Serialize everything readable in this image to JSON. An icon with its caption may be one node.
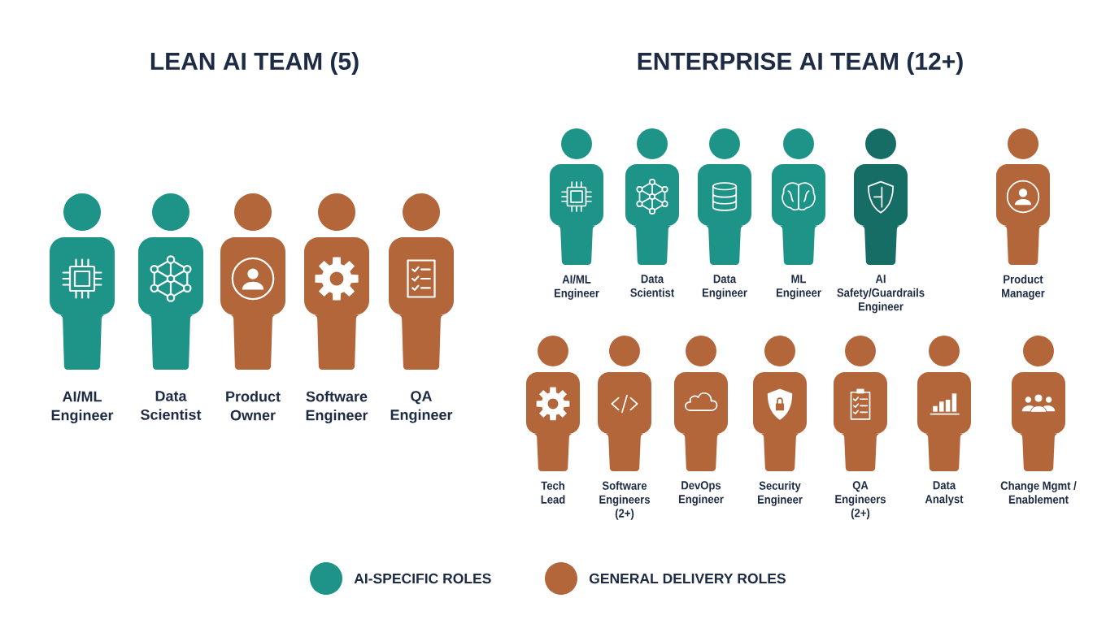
{
  "diagram": {
    "nodes": [
      {
        "text": [
          "AI/ML Engineer"
        ]
      },
      {
        "text": [
          "Data Scientist"
        ]
      },
      {
        "text": [
          "Product Owner"
        ]
      },
      {
        "text": [
          "Software Engineer"
        ]
      },
      {
        "text": [
          "QA Engineer"
        ]
      },
      {
        "text": [
          "AI/ML Engineer"
        ]
      },
      {
        "text": [
          "Data Scientist"
        ]
      },
      {
        "text": [
          "Data Engineer"
        ]
      },
      {
        "text": [
          "ML Engineer"
        ]
      },
      {
        "text": [
          "AI Safety/Guardrails Engineer"
        ]
      },
      {
        "text": [
          "Product Manager"
        ]
      },
      {
        "text": [
          "Tech Lead"
        ]
      },
      {
        "text": [
          "Software Engineers (2+)"
        ]
      },
      {
        "text": [
          "DevOps Engineer"
        ]
      },
      {
        "text": [
          "Security Engineer"
        ]
      },
      {
        "text": [
          "QA Engineers (2+)"
        ]
      },
      {
        "text": [
          "Data Analyst"
        ]
      },
      {
        "text": [
          "Change Mgmt / Enablement"
        ]
      }
    ],
    "labels": [
      "LEAN AI TEAM (5)",
      "ENTERPRISE AI TEAM (12+)"
    ],
    "legend": [
      {
        "text": "AI-SPECIFIC ROLES",
        "color": "#1e9488"
      },
      {
        "text": "GENERAL DELIVERY ROLES",
        "color": "#b4663b"
      }
    ]
  }
}
